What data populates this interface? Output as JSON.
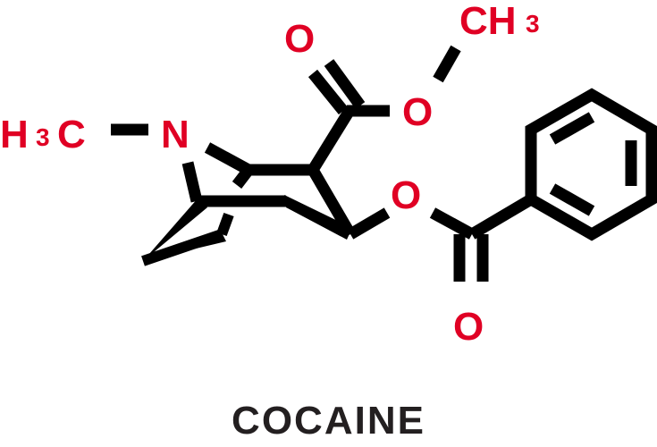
{
  "title": "COCAINE",
  "colors": {
    "bond": "#000000",
    "heteroatom": "#e00024",
    "title": "#231f20",
    "background": "#ffffff"
  },
  "atoms": {
    "methyl_n_h": "H",
    "methyl_n_sub": "3",
    "methyl_n_c": "C",
    "nitrogen": "N",
    "carbonyl_o_ester1": "O",
    "ester_o1": "O",
    "methyl_ester_c": "CH",
    "methyl_ester_sub": "3",
    "ester_o2": "O",
    "carbonyl_o_ester2": "O"
  }
}
